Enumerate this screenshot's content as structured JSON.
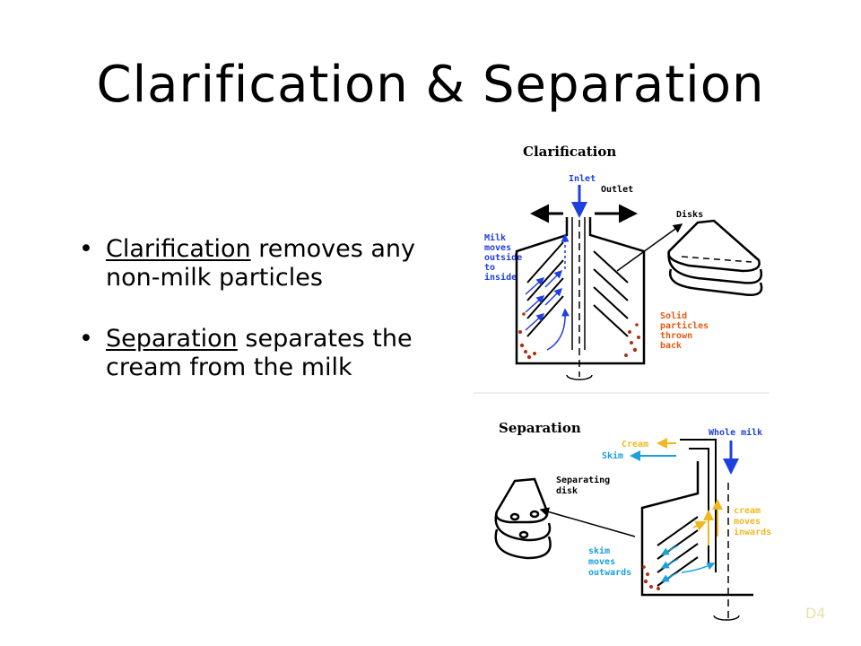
{
  "slide": {
    "title": "Clarification & Separation",
    "footer": "D4",
    "bullets": [
      {
        "term": "Clarification",
        "rest": " removes any non-milk particles"
      },
      {
        "term": "Separation",
        "rest": " separates the cream from the milk"
      }
    ]
  },
  "clarification_diagram": {
    "heading": "Clarification",
    "labels": {
      "inlet": "Inlet",
      "outlet": "Outlet",
      "disks": "Disks",
      "milk1": "Milk",
      "milk2": "moves",
      "milk3": "outside",
      "milk4": "to",
      "milk5": "inside",
      "solid1": "Solid",
      "solid2": "particles",
      "solid3": "thrown",
      "solid4": "back"
    }
  },
  "separation_diagram": {
    "heading": "Separation",
    "labels": {
      "cream": "Cream",
      "whole_milk": "Whole milk",
      "skim": "Skim",
      "disk1": "Separating",
      "disk2": "disk",
      "cream1": "cream",
      "cream2": "moves",
      "cream3": "inwards",
      "skim1": "skim",
      "skim2": "moves",
      "skim3": "outwards"
    }
  },
  "colors": {
    "blue": "#1f3fe0",
    "cyan": "#1aa0dc",
    "orange": "#e85a10",
    "yellow": "#f0b820"
  }
}
